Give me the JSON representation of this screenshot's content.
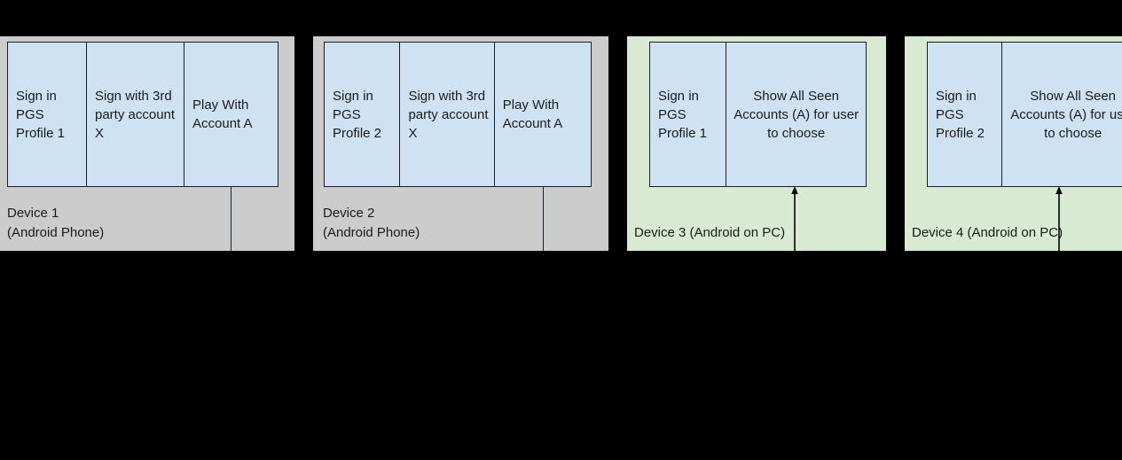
{
  "background_color": "#000000",
  "palette": {
    "phone_panel": "#cccccc",
    "pc_panel": "#d9ead3",
    "box_fill": "#cfe2f3",
    "stroke": "#17202a",
    "text": "#1b1b1b"
  },
  "panels": [
    {
      "id": "device-1",
      "kind": "phone",
      "label": "Device 1\n(Android Phone)",
      "cells": [
        {
          "text": "Sign in PGS Profile 1",
          "align": "left"
        },
        {
          "text": "Sign with 3rd party account X",
          "align": "left"
        },
        {
          "text": "Play With Account A",
          "align": "left"
        }
      ],
      "has_arrow": false
    },
    {
      "id": "device-2",
      "kind": "phone",
      "label": "Device 2\n(Android Phone)",
      "cells": [
        {
          "text": "Sign in PGS Profile 2",
          "align": "left"
        },
        {
          "text": "Sign with 3rd party account X",
          "align": "left"
        },
        {
          "text": "Play With Account A",
          "align": "left"
        }
      ],
      "has_arrow": false
    },
    {
      "id": "device-3",
      "kind": "pc",
      "label": "Device 3 (Android on PC)",
      "cells": [
        {
          "text": "Sign in PGS Profile 1",
          "align": "left"
        },
        {
          "text": "Show All Seen Accounts (A) for user to choose",
          "align": "center"
        }
      ],
      "has_arrow": true
    },
    {
      "id": "device-4",
      "kind": "pc",
      "label": "Device 4 (Android on PC)",
      "cells": [
        {
          "text": "Sign in PGS Profile 2",
          "align": "left"
        },
        {
          "text": "Show All Seen Accounts (A) for user to choose",
          "align": "center"
        }
      ],
      "has_arrow": true
    }
  ]
}
